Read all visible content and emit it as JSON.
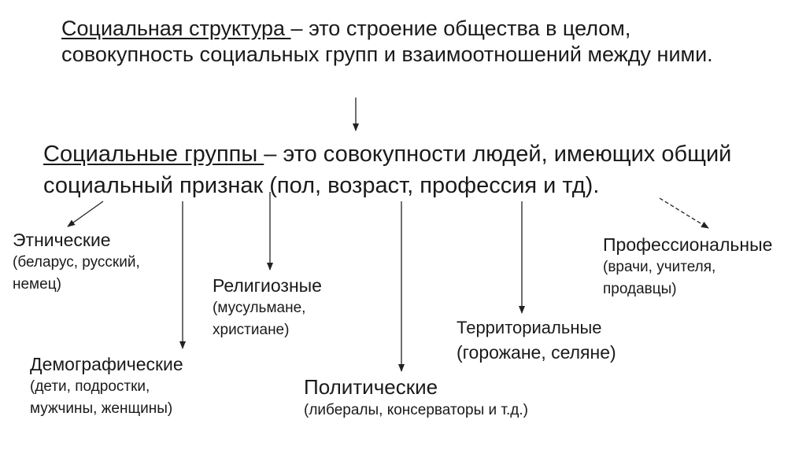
{
  "definitions": {
    "structure": {
      "term": "Социальная структура ",
      "text": "– это строение общества в целом, совокупность социальных групп и взаимоотношений между ними."
    },
    "groups": {
      "term": "Социальные группы ",
      "text": "– это совокупности людей, имеющих общий социальный признак (пол, возраст, профессия и тд)."
    }
  },
  "groups": {
    "ethnic": {
      "name": "Этнические",
      "examples": [
        "(беларус, русский,",
        "немец)"
      ]
    },
    "demographic": {
      "name": "Демографические",
      "examples": [
        "(дети, подростки,",
        "мужчины, женщины)"
      ]
    },
    "religious": {
      "name": "Религиозные",
      "examples": [
        "(мусульмане,",
        "христиане)"
      ]
    },
    "political": {
      "name": "Политические",
      "examples": [
        "(либералы, консерваторы и т.д.)"
      ]
    },
    "territorial": {
      "name": "Территориальные",
      "examples": [
        "(горожане, селяне)"
      ]
    },
    "professional": {
      "name": "Профессиональные",
      "examples": [
        "(врачи, учителя,",
        "продавцы)"
      ]
    }
  },
  "colors": {
    "text": "#1a1a1a",
    "arrow": "#222222",
    "background": "#ffffff"
  }
}
